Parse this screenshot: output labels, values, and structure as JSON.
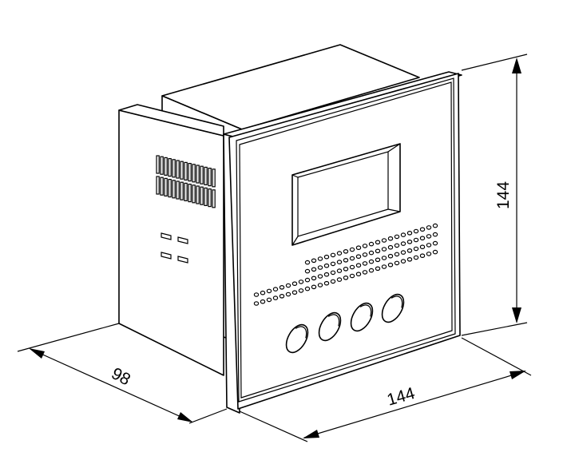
{
  "dimensions": {
    "height_label": "144",
    "width_label": "144",
    "depth_label": "98"
  }
}
